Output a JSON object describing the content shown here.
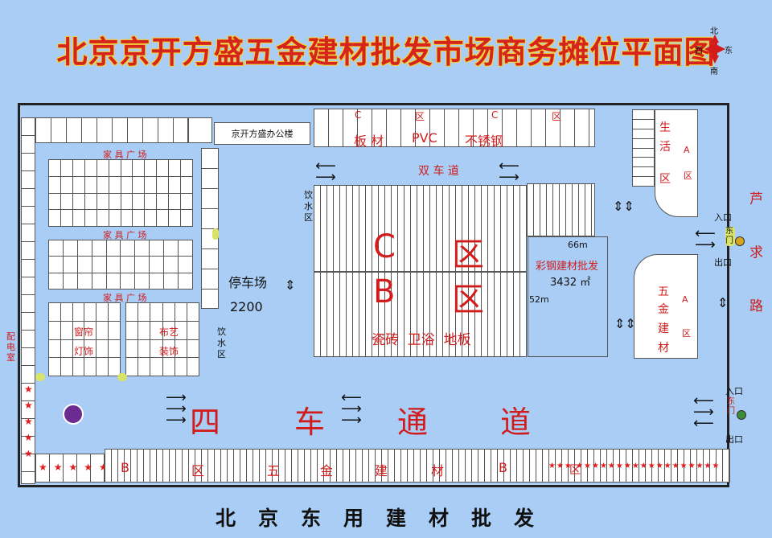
{
  "title": "北京京开方盛五金建材批发市场商务摊位平面图",
  "compass": {
    "north": "北",
    "west": "西",
    "east": "东",
    "south": "南"
  },
  "office_building": "京开方盛办公楼",
  "furniture_plaza": "家 具 广 场",
  "zone_c_top": {
    "c1": "C",
    "qu": "区",
    "c2": "C",
    "qu2": "区",
    "boards": "板 材",
    "pvc": "PVC",
    "steel": "不锈钢"
  },
  "double_lane": "双 车 道",
  "drinking_water": "饮水区",
  "zone_c": {
    "letter": "C",
    "qu": "区"
  },
  "zone_b": {
    "letter": "B",
    "qu": "区"
  },
  "tiles": "瓷砖  卫浴  地板",
  "color_steel": {
    "label": "彩钢建材批发",
    "area": "3432 ㎡",
    "width": "66m",
    "depth": "52m"
  },
  "parking": {
    "label": "停车场",
    "number": "2200"
  },
  "curtains": {
    "a": "窗帘",
    "b": "灯饰"
  },
  "fabric": {
    "a": "布艺",
    "b": "装饰"
  },
  "living": {
    "a": "生",
    "b": "活",
    "c": "区",
    "A": "A",
    "qu": "区"
  },
  "hardware_a": {
    "a": "五",
    "b": "金",
    "c": "建",
    "d": "材",
    "A": "A",
    "qu": "区"
  },
  "power_room": "配电室",
  "ring_road": {
    "si": "四",
    "che": "车",
    "tong": "通",
    "dao": "道"
  },
  "bottom_row": {
    "b1": "B",
    "qu1": "区",
    "wu": "五",
    "jin": "金",
    "jian": "建",
    "cai": "材",
    "b2": "B",
    "qu2": "区"
  },
  "road_name": "芦 求 路",
  "gate_top": {
    "in": "入口",
    "east": "东门",
    "out": "出口"
  },
  "gate_bottom": {
    "in": "入口",
    "east": "东门",
    "out": "出口"
  },
  "footer": "北京东用建材批发",
  "colors": {
    "bg": "#a9cdf5",
    "title": "#d4241b",
    "title_outline": "#f5d23a",
    "label": "#d21c1c"
  }
}
